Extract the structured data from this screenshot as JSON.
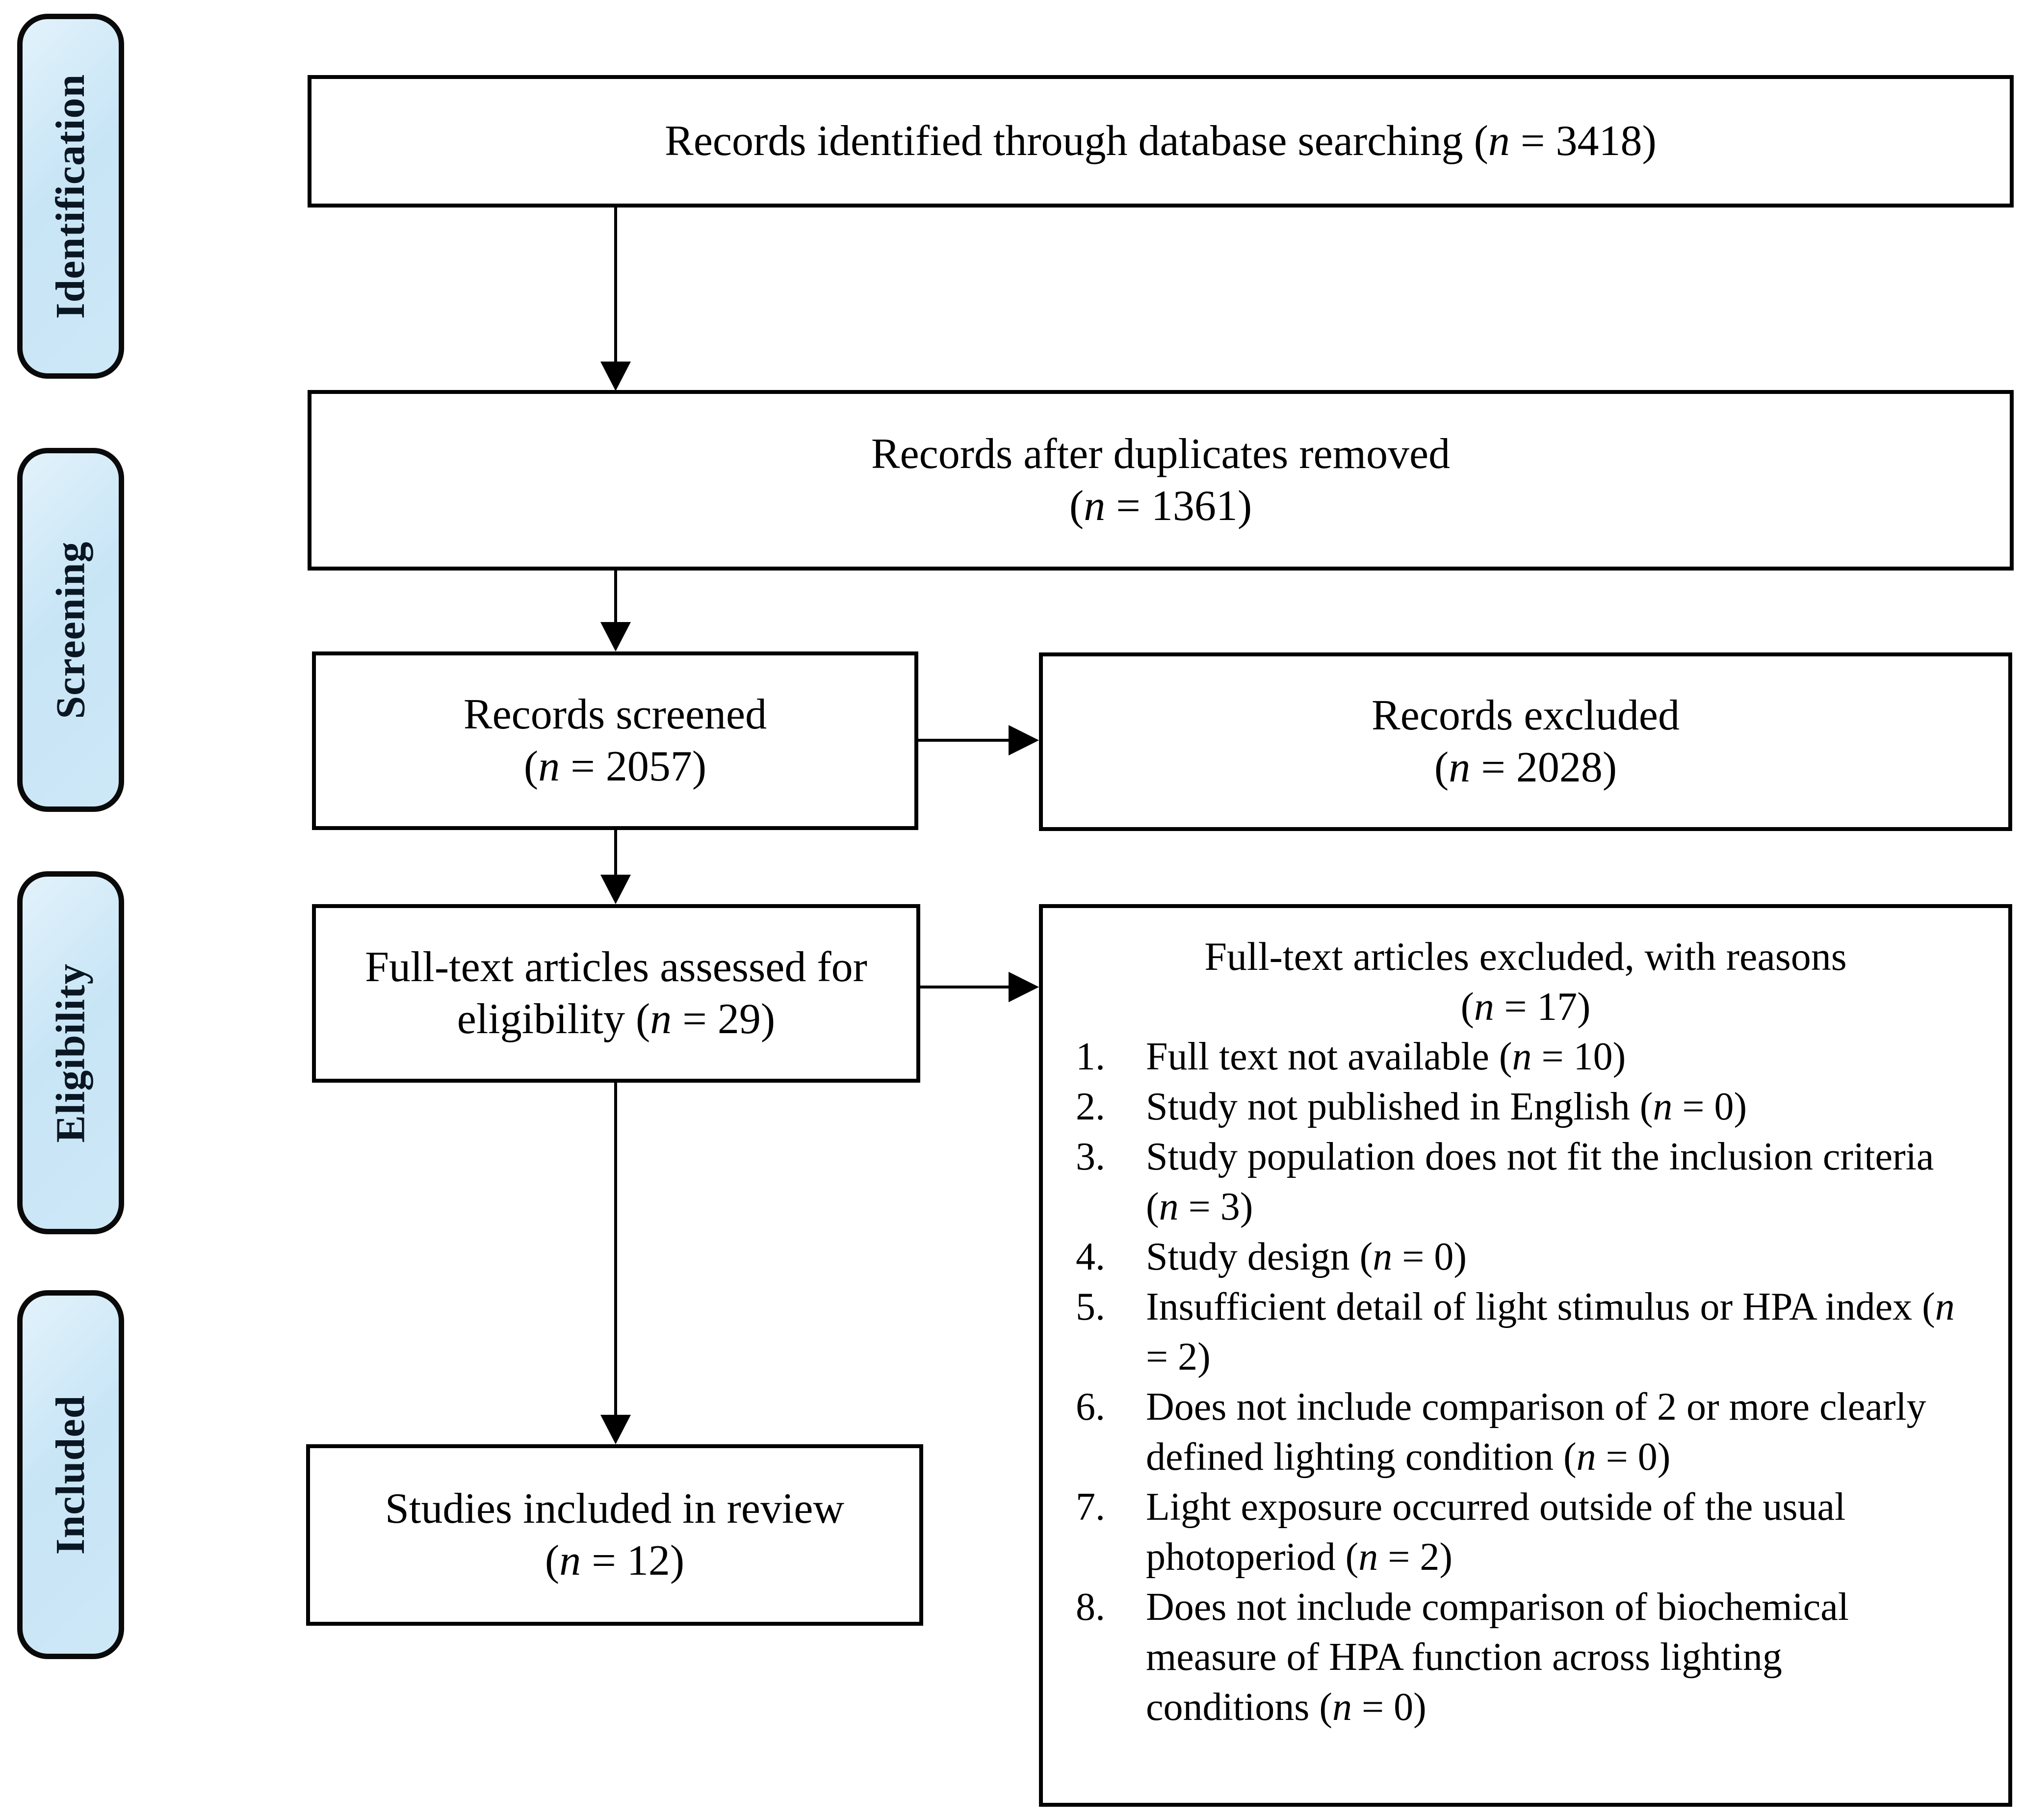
{
  "stages": [
    {
      "label": "Identification"
    },
    {
      "label": "Screening"
    },
    {
      "label": "Eligibility"
    },
    {
      "label": "Included"
    }
  ],
  "boxes": {
    "identified": {
      "text": "Records identified through database searching (n = 3418)"
    },
    "deduplicated": {
      "line1": "Records after duplicates removed",
      "line2": "(n = 1361)"
    },
    "screened": {
      "line1": "Records screened",
      "line2": "(n = 2057)"
    },
    "records_excluded": {
      "line1": "Records excluded",
      "line2": "(n = 2028)"
    },
    "fulltext_assessed": {
      "line1": "Full-text articles assessed for",
      "line2": "eligibility (n = 29)"
    },
    "included_review": {
      "line1": "Studies included in review",
      "line2": "(n = 12)"
    },
    "fulltext_excluded": {
      "title1": "Full-text articles excluded, with reasons",
      "title2": "(n = 17)",
      "items": [
        {
          "num": "1.",
          "text": "Full text not available (n = 10)"
        },
        {
          "num": "2.",
          "text": "Study not published in English (n = 0)"
        },
        {
          "num": "3.",
          "text": "Study population does not fit the inclusion criteria (n = 3)"
        },
        {
          "num": "4.",
          "text": "Study design (n = 0)"
        },
        {
          "num": "5.",
          "text": "Insufficient detail of light stimulus or HPA index (n = 2)"
        },
        {
          "num": "6.",
          "text": "Does not include comparison of 2 or more clearly defined lighting condition (n = 0)"
        },
        {
          "num": "7.",
          "text": "Light exposure occurred outside of the usual photoperiod (n = 2)"
        },
        {
          "num": "8.",
          "text": "Does not include comparison of biochemical measure of HPA function across lighting conditions (n = 0)"
        }
      ]
    }
  },
  "colors": {
    "stage_fill": "#cde8f7",
    "stage_border": "#000000",
    "box_border": "#000000",
    "text": "#000000",
    "background": "#ffffff"
  }
}
